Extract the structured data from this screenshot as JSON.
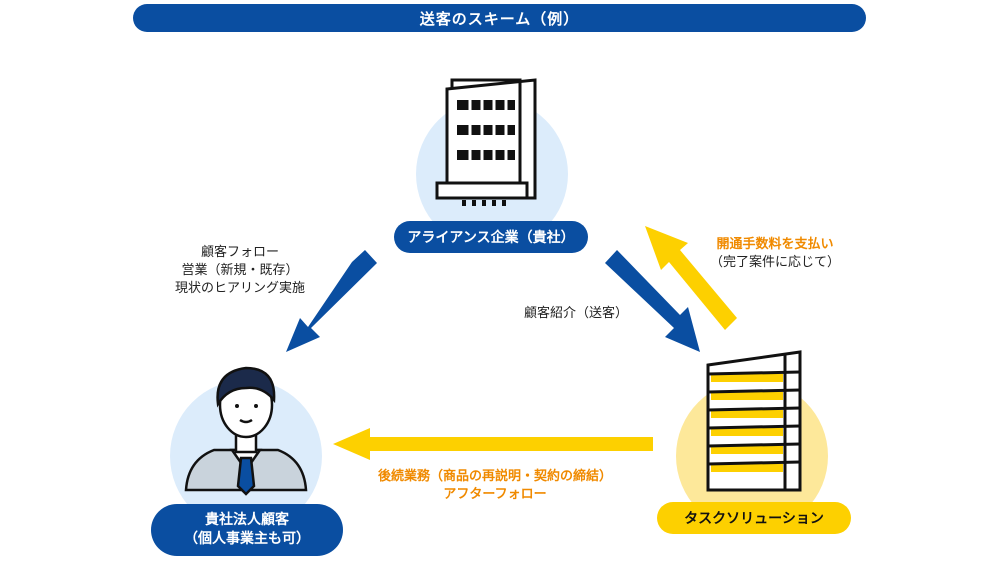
{
  "title": "送客のスキーム（例）",
  "nodes": {
    "alliance": {
      "label": "アライアンス企業（貴社）"
    },
    "customer": {
      "line1": "貴社法人顧客",
      "line2": "（個人事業主も可）"
    },
    "task": {
      "label": "タスクソリューション"
    }
  },
  "edges": {
    "alliance_to_customer": {
      "lines": [
        "顧客フォロー",
        "営業（新規・既存）",
        "現状のヒアリング実施"
      ]
    },
    "alliance_to_task": {
      "label": "顧客紹介（送客）"
    },
    "task_to_alliance": {
      "lines": [
        "開通手数料を支払い",
        "（完了案件に応じて）"
      ]
    },
    "task_to_customer": {
      "lines": [
        "後続業務（商品の再説明・契約の締結）",
        "アフターフォロー"
      ]
    }
  },
  "colors": {
    "blue": "#0a4ea1",
    "yellow": "#fdd000",
    "orange": "#f08a00",
    "light_blue": "#dcecfb",
    "light_yellow": "#fde89a"
  }
}
